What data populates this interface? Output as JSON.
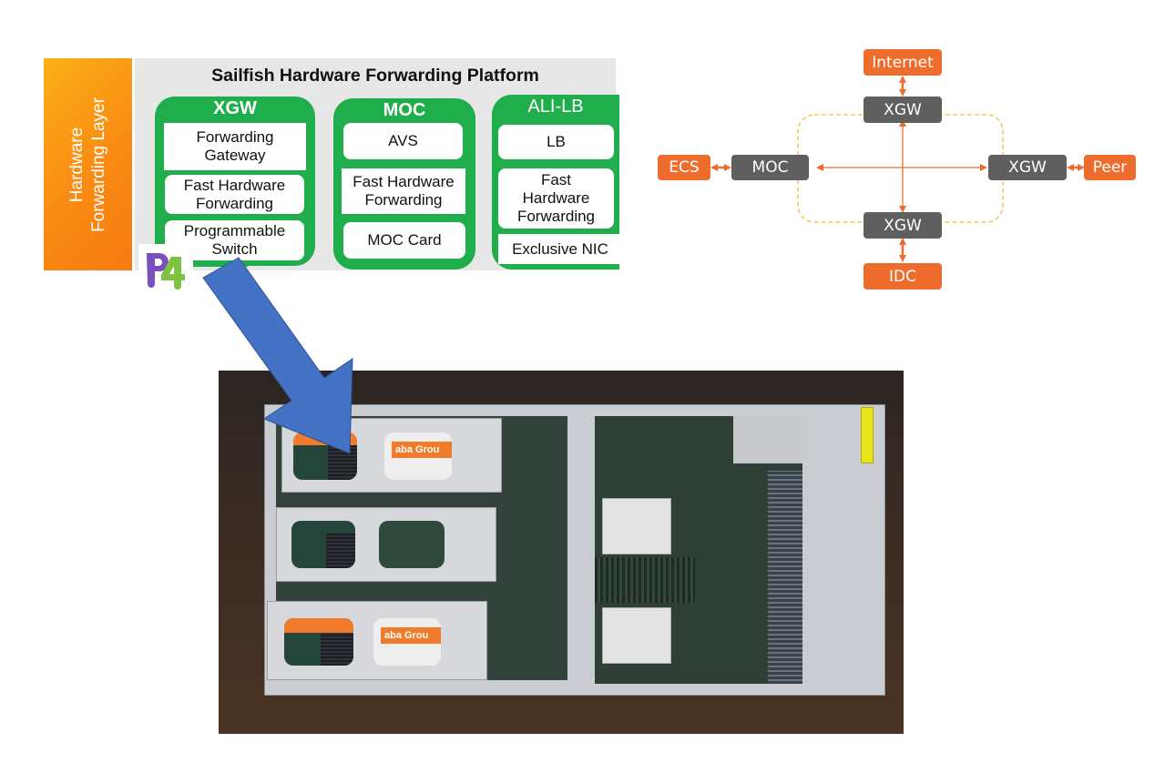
{
  "platform": {
    "layer_label_line1": "Hardware",
    "layer_label_line2": "Forwarding Layer",
    "title": "Sailfish Hardware Forwarding Platform",
    "groups": [
      {
        "name": "XGW",
        "cells": [
          "Forwarding Gateway",
          "Fast Hardware Forwarding",
          "Programmable Switch"
        ]
      },
      {
        "name": "MOC",
        "cells": [
          "AVS",
          "Fast Hardware Forwarding",
          "MOC Card"
        ]
      },
      {
        "name": "ALI-LB",
        "cells": [
          "LB",
          "Fast Hardware Forwarding",
          "Exclusive NIC"
        ]
      }
    ],
    "logo": "P4"
  },
  "network": {
    "internet": "Internet",
    "xgw_top": "XGW",
    "moc": "MOC",
    "ecs": "ECS",
    "xgw_right": "XGW",
    "peer": "Peer",
    "xgw_bottom": "XGW",
    "idc": "IDC",
    "colors": {
      "external": "#ee6d2c",
      "node": "#5f5f5f",
      "link": "#ee6d2c",
      "boundary": "#f0c040"
    }
  },
  "annotation": {
    "arrow_color": "#4472c4",
    "arrow_meaning": "points to programmable switch card in hardware photo"
  },
  "photo": {
    "description": "Top view of open server chassis with three card trays and dual-CPU motherboard",
    "card_label": "aba Grou"
  }
}
